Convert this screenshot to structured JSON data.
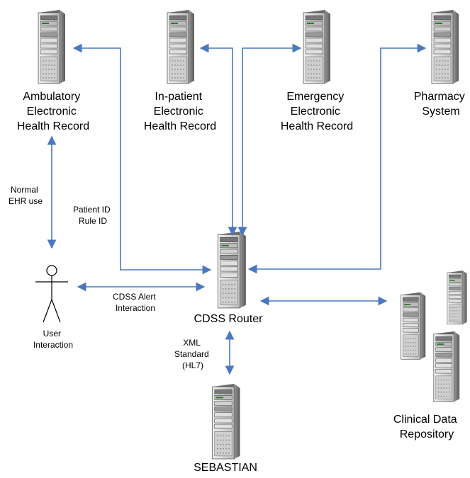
{
  "nodes": {
    "ambulatory": {
      "lines": [
        "Ambulatory",
        "Electronic",
        "Health Record"
      ]
    },
    "inpatient": {
      "lines": [
        "In-patient",
        "Electronic",
        "Health Record"
      ]
    },
    "emergency": {
      "lines": [
        "Emergency",
        "Electronic",
        "Health Record"
      ]
    },
    "pharmacy": {
      "lines": [
        "Pharmacy",
        "System"
      ]
    },
    "router": {
      "label": "CDSS Router"
    },
    "sebastian": {
      "label": "SEBASTIAN"
    },
    "repository": {
      "lines": [
        "Clinical Data",
        "Repository"
      ]
    },
    "user": {
      "lines": [
        "User",
        "Interaction"
      ]
    }
  },
  "edge_labels": {
    "normal_ehr": [
      "Normal",
      "EHR use"
    ],
    "patient_rule": [
      "Patient ID",
      "Rule ID"
    ],
    "cdss_alert": [
      "CDSS Alert",
      "Interaction"
    ],
    "xml_standard": [
      "XML",
      "Standard",
      "(HL7)"
    ]
  },
  "colors": {
    "arrow": "#4a78c0",
    "server_dark": "#4d4d4d",
    "server_mid": "#8c8c8c",
    "server_light": "#d9d9d9"
  }
}
